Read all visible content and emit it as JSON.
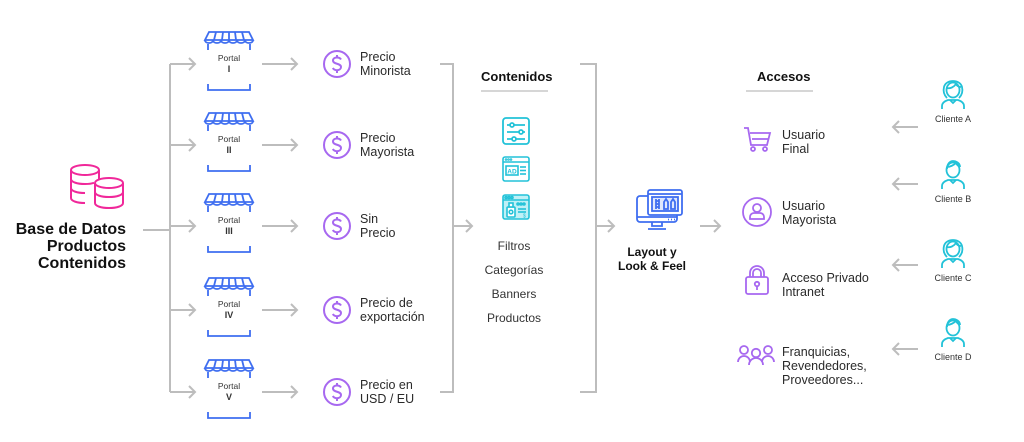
{
  "colors": {
    "database": "#f0289a",
    "portal": "#3f6ef0",
    "price": "#a768f0",
    "contents": "#22c2d8",
    "layout": "#3f6ef0",
    "access": "#a768f0",
    "client": "#22c2d8",
    "connector": "#bdbdbd"
  },
  "source": {
    "icon": "database-stack-icon",
    "label_lines": [
      "Base de Datos",
      "Productos",
      "Contenidos"
    ]
  },
  "portals": [
    {
      "label": "Portal",
      "numeral": "I",
      "icon": "storefront-icon",
      "price_icon": "dollar-circle-icon",
      "price_lines": [
        "Precio",
        "Minorista"
      ]
    },
    {
      "label": "Portal",
      "numeral": "II",
      "icon": "storefront-icon",
      "price_icon": "dollar-circle-icon",
      "price_lines": [
        "Precio",
        "Mayorista"
      ]
    },
    {
      "label": "Portal",
      "numeral": "III",
      "icon": "storefront-icon",
      "price_icon": "dollar-circle-icon",
      "price_lines": [
        "Sin",
        "Precio"
      ]
    },
    {
      "label": "Portal",
      "numeral": "IV",
      "icon": "storefront-icon",
      "price_icon": "dollar-circle-icon",
      "price_lines": [
        "Precio de",
        "exportación"
      ]
    },
    {
      "label": "Portal",
      "numeral": "V",
      "icon": "storefront-icon",
      "price_icon": "dollar-circle-icon",
      "price_lines": [
        "Precio en",
        "USD / EU"
      ]
    }
  ],
  "contents": {
    "title": "Contenidos",
    "icons": [
      "sliders-icon",
      "ad-banner-icon",
      "product-page-icon"
    ],
    "items": [
      "Filtros",
      "Categorías",
      "Banners",
      "Productos"
    ]
  },
  "layout": {
    "icon": "monitor-design-icon",
    "label_lines": [
      "Layout y",
      "Look & Feel"
    ]
  },
  "accesses": {
    "title": "Accesos",
    "items": [
      {
        "icon": "shopping-cart-icon",
        "lines": [
          "Usuario",
          "Final"
        ]
      },
      {
        "icon": "user-circle-icon",
        "lines": [
          "Usuario",
          "Mayorista"
        ]
      },
      {
        "icon": "padlock-icon",
        "lines": [
          "Acceso Privado",
          "Intranet"
        ]
      },
      {
        "icon": "user-group-icon",
        "lines": [
          "Franquicias,",
          "Revendedores,",
          "Proveedores..."
        ]
      }
    ]
  },
  "clients": [
    {
      "label": "Cliente A",
      "icon": "client-female-icon"
    },
    {
      "label": "Cliente B",
      "icon": "client-male-icon"
    },
    {
      "label": "Cliente C",
      "icon": "client-female-icon"
    },
    {
      "label": "Cliente D",
      "icon": "client-male-icon"
    }
  ]
}
